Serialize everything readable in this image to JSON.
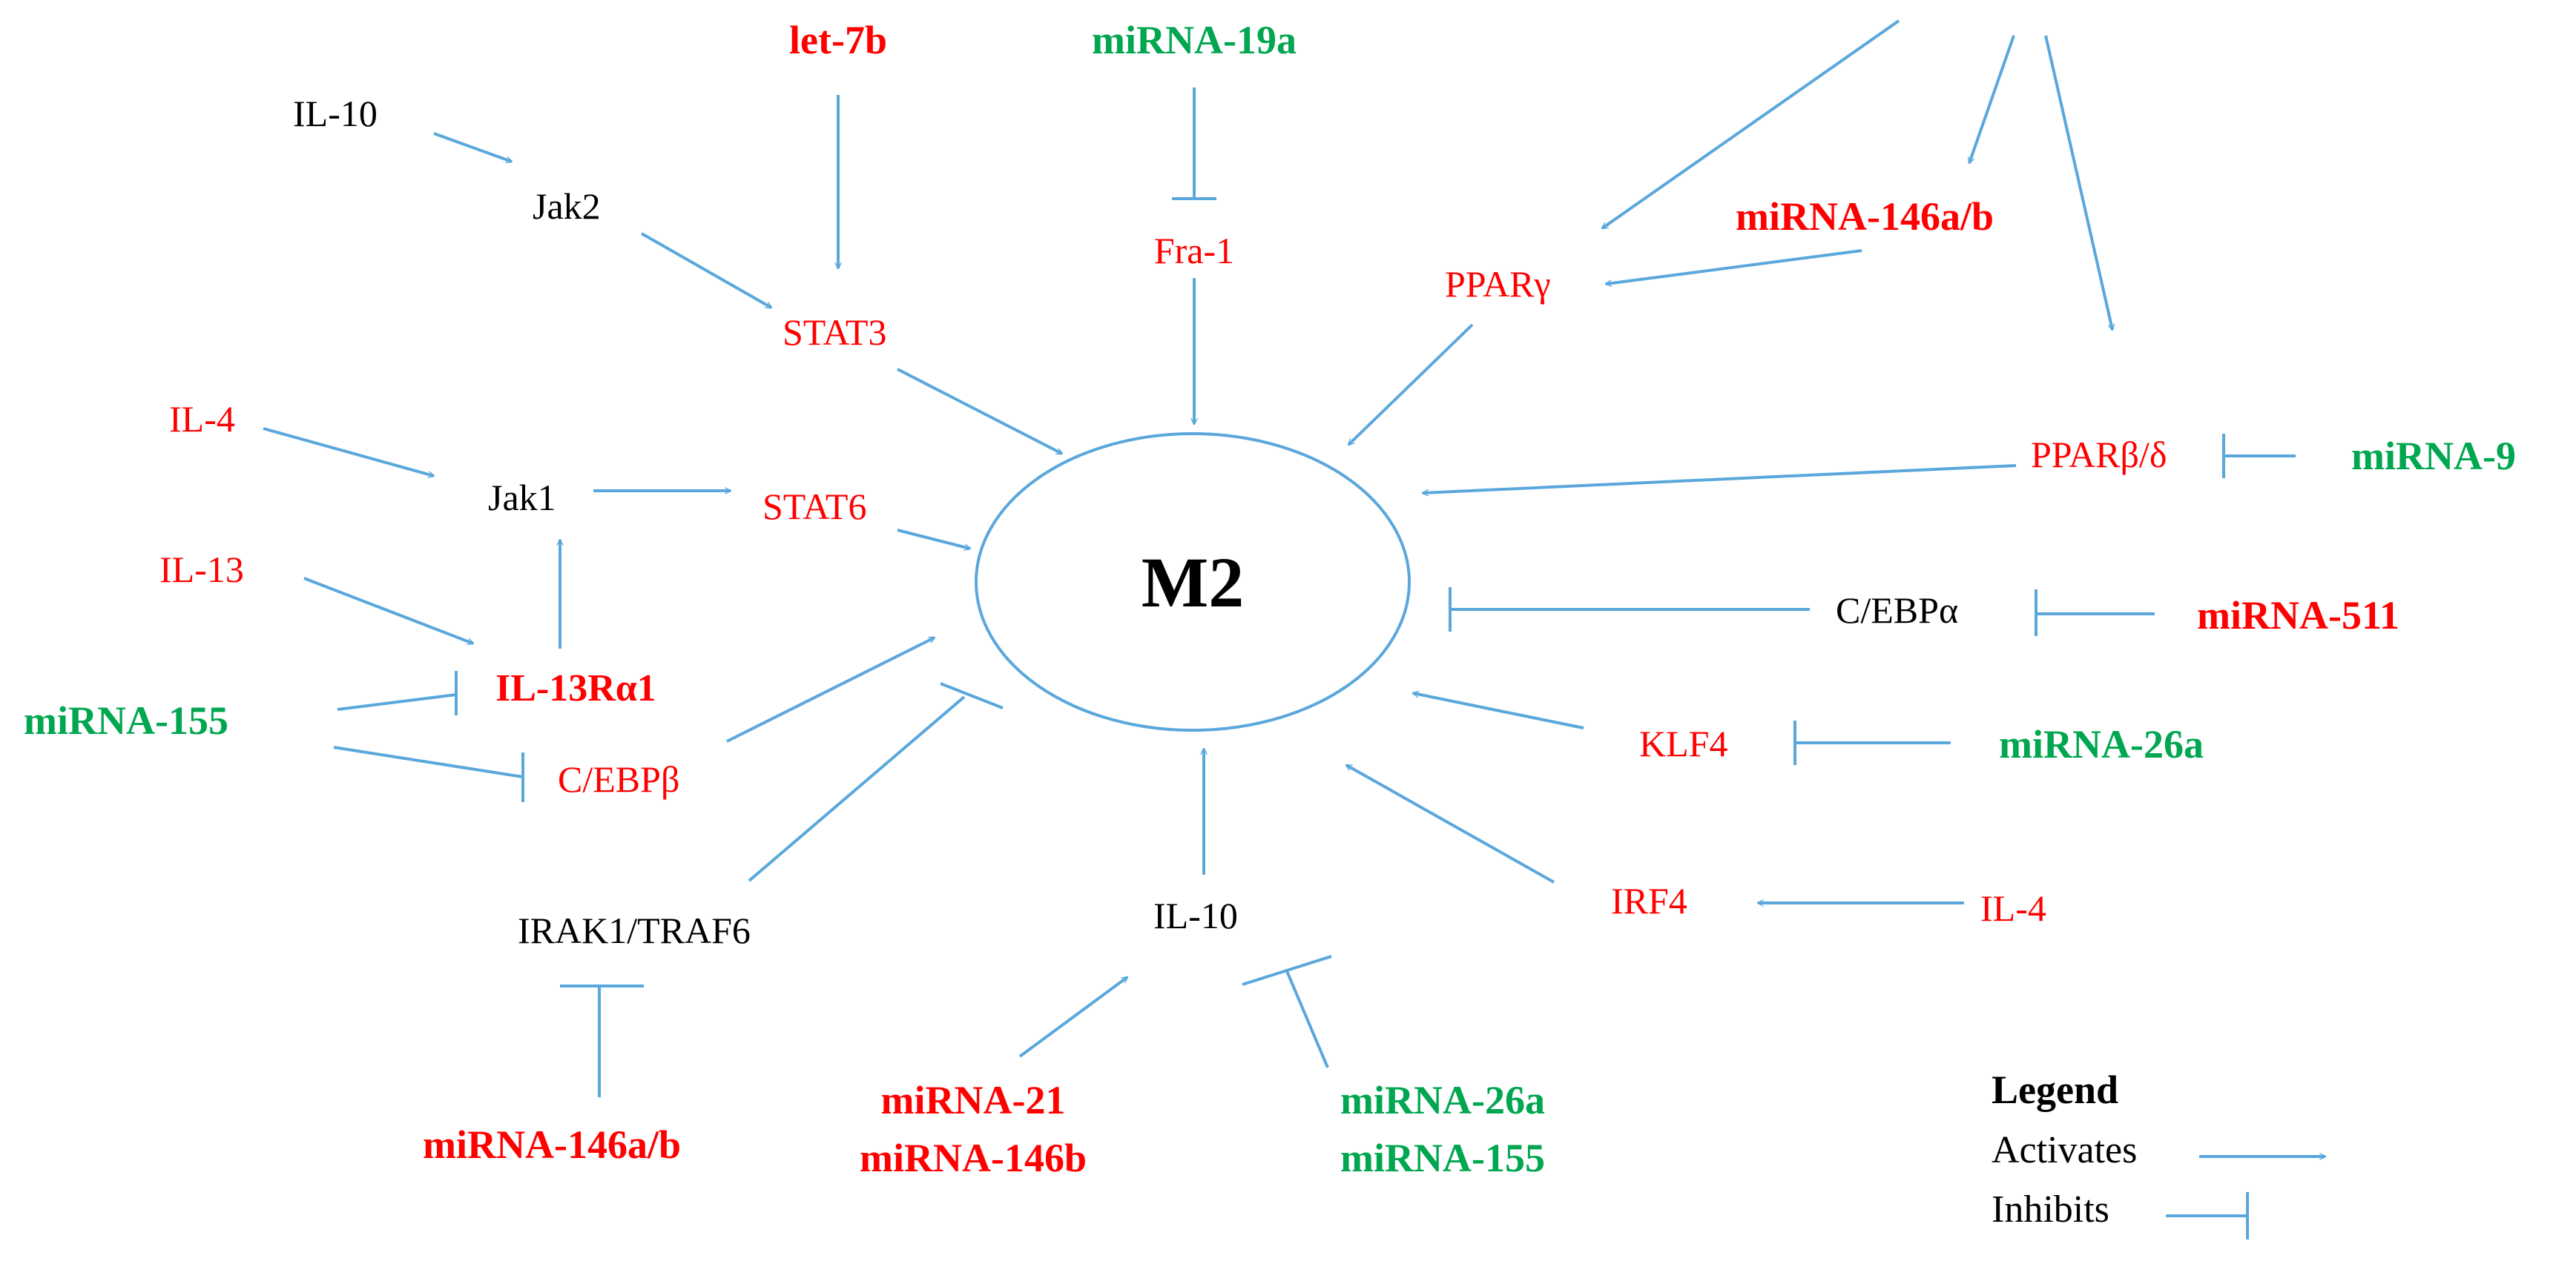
{
  "colors": {
    "activator_text": "#ff0000",
    "inhibitor_mirna_text": "#00a650",
    "neutral_text": "#000000",
    "edge": "#5aa7dc"
  },
  "center": {
    "label": "M2"
  },
  "nodes": {
    "il10_top": "IL-10",
    "jak2": "Jak2",
    "let7b": "let-7b",
    "mirna19a": "miRNA-19a",
    "fra1": "Fra-1",
    "stat3": "STAT3",
    "mirna146ab_top": "miRNA-146a/b",
    "ppar_gamma": "PPARγ",
    "ppar_bd": "PPARβ/δ",
    "mirna9": "miRNA-9",
    "il4_left": "IL-4",
    "jak1": "Jak1",
    "stat6": "STAT6",
    "il13": "IL-13",
    "il13ra1": "IL-13Rα1",
    "mirna155_left": "miRNA-155",
    "cebpb": "C/EBPβ",
    "cebpa": "C/EBPα",
    "mirna511": "miRNA-511",
    "klf4": "KLF4",
    "mirna26a_right": "miRNA-26a",
    "irf4": "IRF4",
    "il4_right": "IL-4",
    "irak1_traf6": "IRAK1/TRAF6",
    "mirna146ab_bottom": "miRNA-146a/b",
    "il10_bottom": "IL-10",
    "mirna21": "miRNA-21",
    "mirna146b": "miRNA-146b",
    "mirna26a_bottom": "miRNA-26a",
    "mirna155_bottom": "miRNA-155"
  },
  "legend": {
    "title": "Legend",
    "activates": "Activates",
    "inhibits": "Inhibits"
  },
  "edges": [
    {
      "from": "IL-10",
      "to": "Jak2",
      "type": "activates"
    },
    {
      "from": "Jak2",
      "to": "STAT3",
      "type": "activates"
    },
    {
      "from": "let-7b",
      "to": "STAT3",
      "type": "activates"
    },
    {
      "from": "STAT3",
      "to": "M2",
      "type": "activates"
    },
    {
      "from": "miRNA-19a",
      "to": "Fra-1",
      "type": "inhibits"
    },
    {
      "from": "Fra-1",
      "to": "M2",
      "type": "activates"
    },
    {
      "from": "miRNA-146a/b",
      "to": "PPARγ",
      "type": "activates"
    },
    {
      "from": "PPARγ",
      "to": "M2",
      "type": "activates"
    },
    {
      "from": "miRNA-9",
      "to": "PPARβ/δ",
      "type": "inhibits"
    },
    {
      "from": "PPARβ/δ",
      "to": "M2",
      "type": "activates"
    },
    {
      "from": "IL-4",
      "to": "Jak1",
      "type": "activates"
    },
    {
      "from": "Jak1",
      "to": "STAT6",
      "type": "activates"
    },
    {
      "from": "STAT6",
      "to": "M2",
      "type": "activates"
    },
    {
      "from": "IL-13",
      "to": "IL-13Rα1",
      "type": "activates"
    },
    {
      "from": "IL-13Rα1",
      "to": "Jak1",
      "type": "activates"
    },
    {
      "from": "miRNA-155",
      "to": "IL-13Rα1",
      "type": "inhibits"
    },
    {
      "from": "miRNA-155",
      "to": "C/EBPβ",
      "type": "inhibits"
    },
    {
      "from": "C/EBPβ",
      "to": "M2",
      "type": "activates"
    },
    {
      "from": "miRNA-511",
      "to": "C/EBPα",
      "type": "inhibits"
    },
    {
      "from": "C/EBPα",
      "to": "M2",
      "type": "inhibits"
    },
    {
      "from": "miRNA-26a",
      "to": "KLF4",
      "type": "inhibits"
    },
    {
      "from": "KLF4",
      "to": "M2",
      "type": "activates"
    },
    {
      "from": "IL-4",
      "to": "IRF4",
      "type": "activates"
    },
    {
      "from": "IRF4",
      "to": "M2",
      "type": "activates"
    },
    {
      "from": "IRAK1/TRAF6",
      "to": "M2",
      "type": "inhibits"
    },
    {
      "from": "miRNA-146a/b",
      "to": "IRAK1/TRAF6",
      "type": "inhibits"
    },
    {
      "from": "IL-10",
      "to": "M2",
      "type": "activates"
    },
    {
      "from": "miRNA-21 / miRNA-146b",
      "to": "IL-10",
      "type": "activates"
    },
    {
      "from": "miRNA-26a / miRNA-155",
      "to": "IL-10",
      "type": "inhibits"
    }
  ]
}
